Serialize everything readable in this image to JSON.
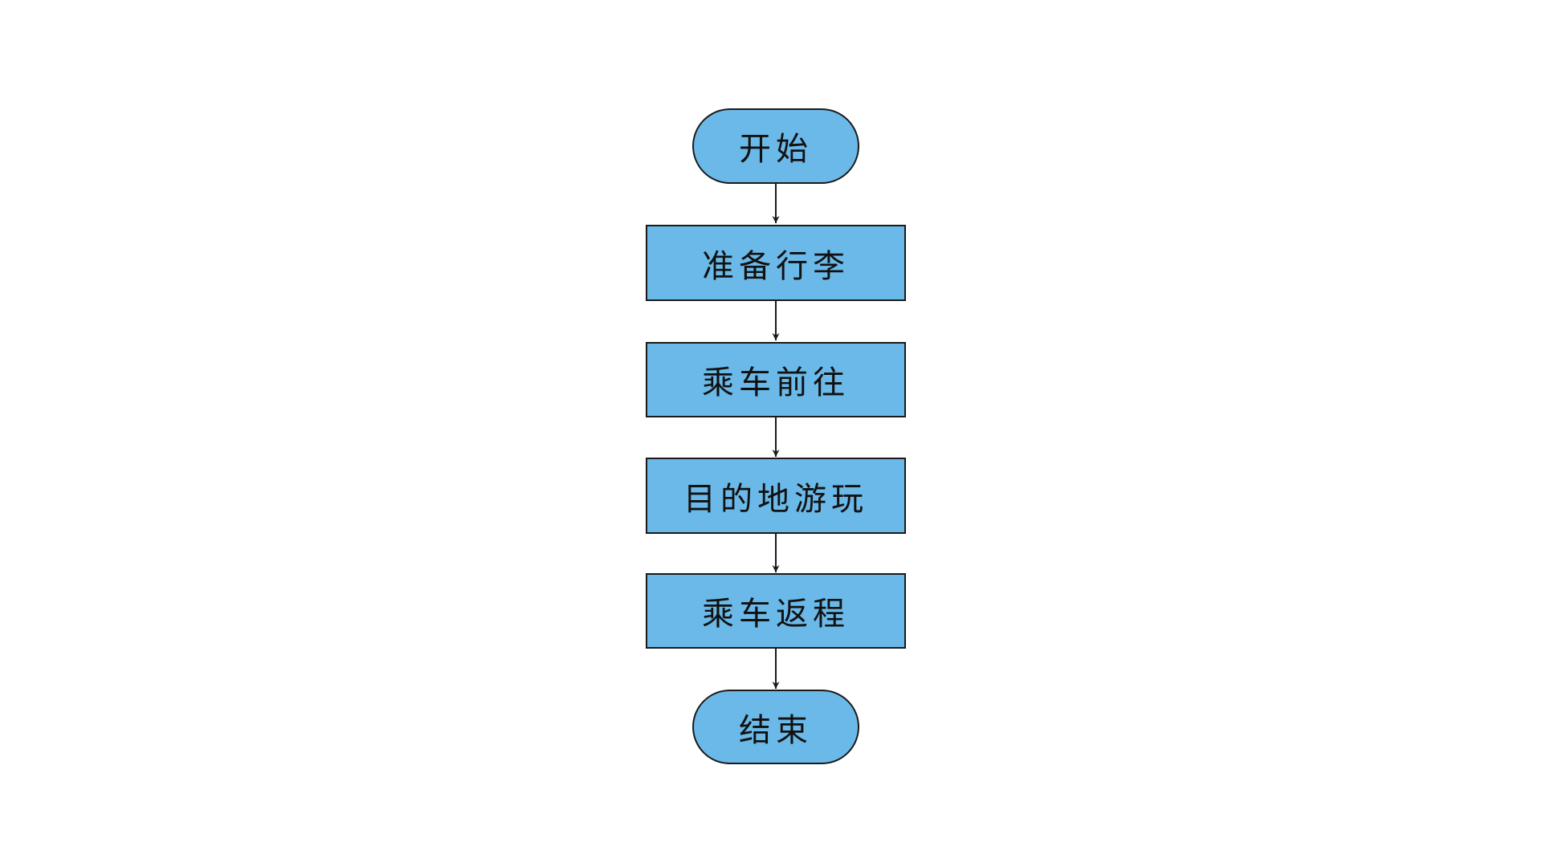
{
  "diagram": {
    "type": "flowchart",
    "direction": "top-to-bottom",
    "fill_color": "#6bb9e8",
    "stroke_color": "#1a1a1a",
    "nodes": [
      {
        "id": "start",
        "shape": "terminal",
        "label": "开始"
      },
      {
        "id": "pack",
        "shape": "process",
        "label": "准备行李"
      },
      {
        "id": "go",
        "shape": "process",
        "label": "乘车前往"
      },
      {
        "id": "play",
        "shape": "process",
        "label": "目的地游玩"
      },
      {
        "id": "back",
        "shape": "process",
        "label": "乘车返程"
      },
      {
        "id": "end",
        "shape": "terminal",
        "label": "结束"
      }
    ],
    "edges": [
      {
        "from": "start",
        "to": "pack"
      },
      {
        "from": "pack",
        "to": "go"
      },
      {
        "from": "go",
        "to": "play"
      },
      {
        "from": "play",
        "to": "back"
      },
      {
        "from": "back",
        "to": "end"
      }
    ]
  }
}
